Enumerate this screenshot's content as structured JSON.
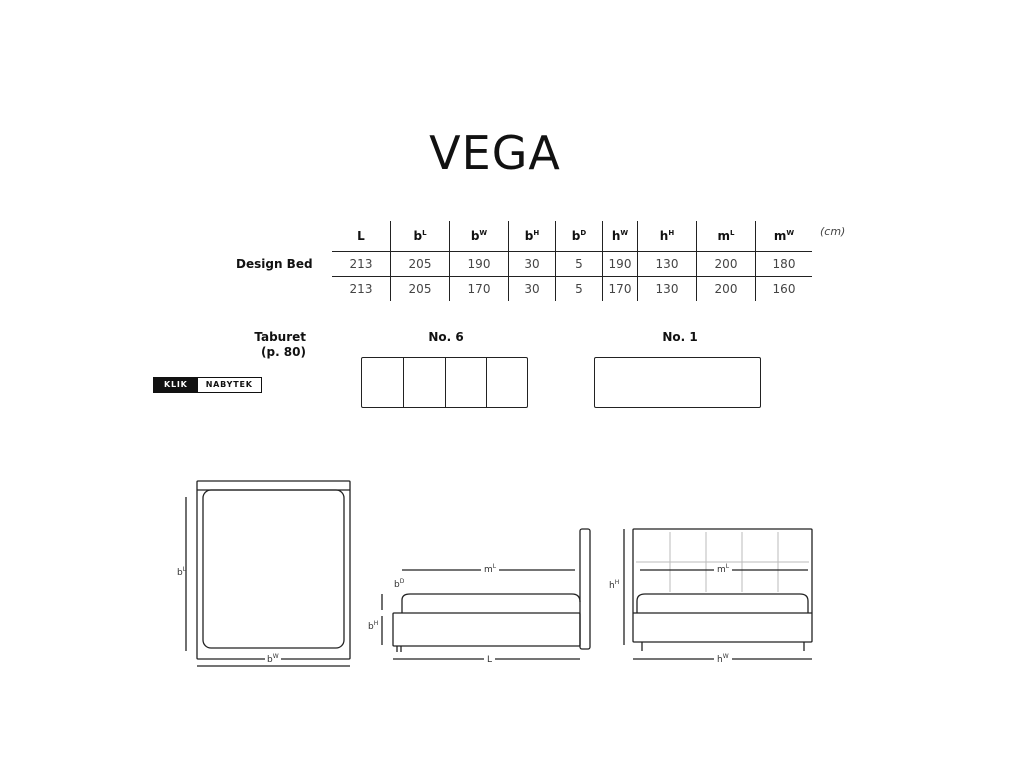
{
  "title": "VEGA",
  "spec_table": {
    "unit": "(cm)",
    "columns": [
      {
        "base": "L",
        "sup": ""
      },
      {
        "base": "b",
        "sup": "L"
      },
      {
        "base": "b",
        "sup": "W"
      },
      {
        "base": "b",
        "sup": "H"
      },
      {
        "base": "b",
        "sup": "D"
      },
      {
        "base": "h",
        "sup": "W"
      },
      {
        "base": "h",
        "sup": "H"
      },
      {
        "base": "m",
        "sup": "L"
      },
      {
        "base": "m",
        "sup": "W"
      }
    ],
    "rows": [
      {
        "label": "Design Bed",
        "values": [
          "213",
          "205",
          "190",
          "30",
          "5",
          "190",
          "130",
          "200",
          "180"
        ]
      },
      {
        "label": "",
        "values": [
          "213",
          "205",
          "170",
          "30",
          "5",
          "170",
          "130",
          "200",
          "160"
        ]
      }
    ]
  },
  "taburet": {
    "label_line1": "Taburet",
    "label_line2": "(p. 80)",
    "no6_title": "No. 6",
    "no1_title": "No. 1",
    "no6_segments": 4
  },
  "logo": {
    "left": "KLIK",
    "right": "NABYTEK"
  },
  "drawings": {
    "top_view": {
      "left_dim": {
        "base": "b",
        "sup": "L"
      },
      "bottom_dim": {
        "base": "b",
        "sup": "W"
      }
    },
    "side_view": {
      "top_dim": {
        "base": "m",
        "sup": "L"
      },
      "bd_dim": {
        "base": "b",
        "sup": "D"
      },
      "bh_dim": {
        "base": "b",
        "sup": "H"
      },
      "bottom_dim": {
        "base": "L",
        "sup": ""
      }
    },
    "front_view": {
      "top_dim": {
        "base": "m",
        "sup": "L"
      },
      "left_dim": {
        "base": "h",
        "sup": "H"
      },
      "bottom_dim": {
        "base": "h",
        "sup": "W"
      }
    }
  }
}
